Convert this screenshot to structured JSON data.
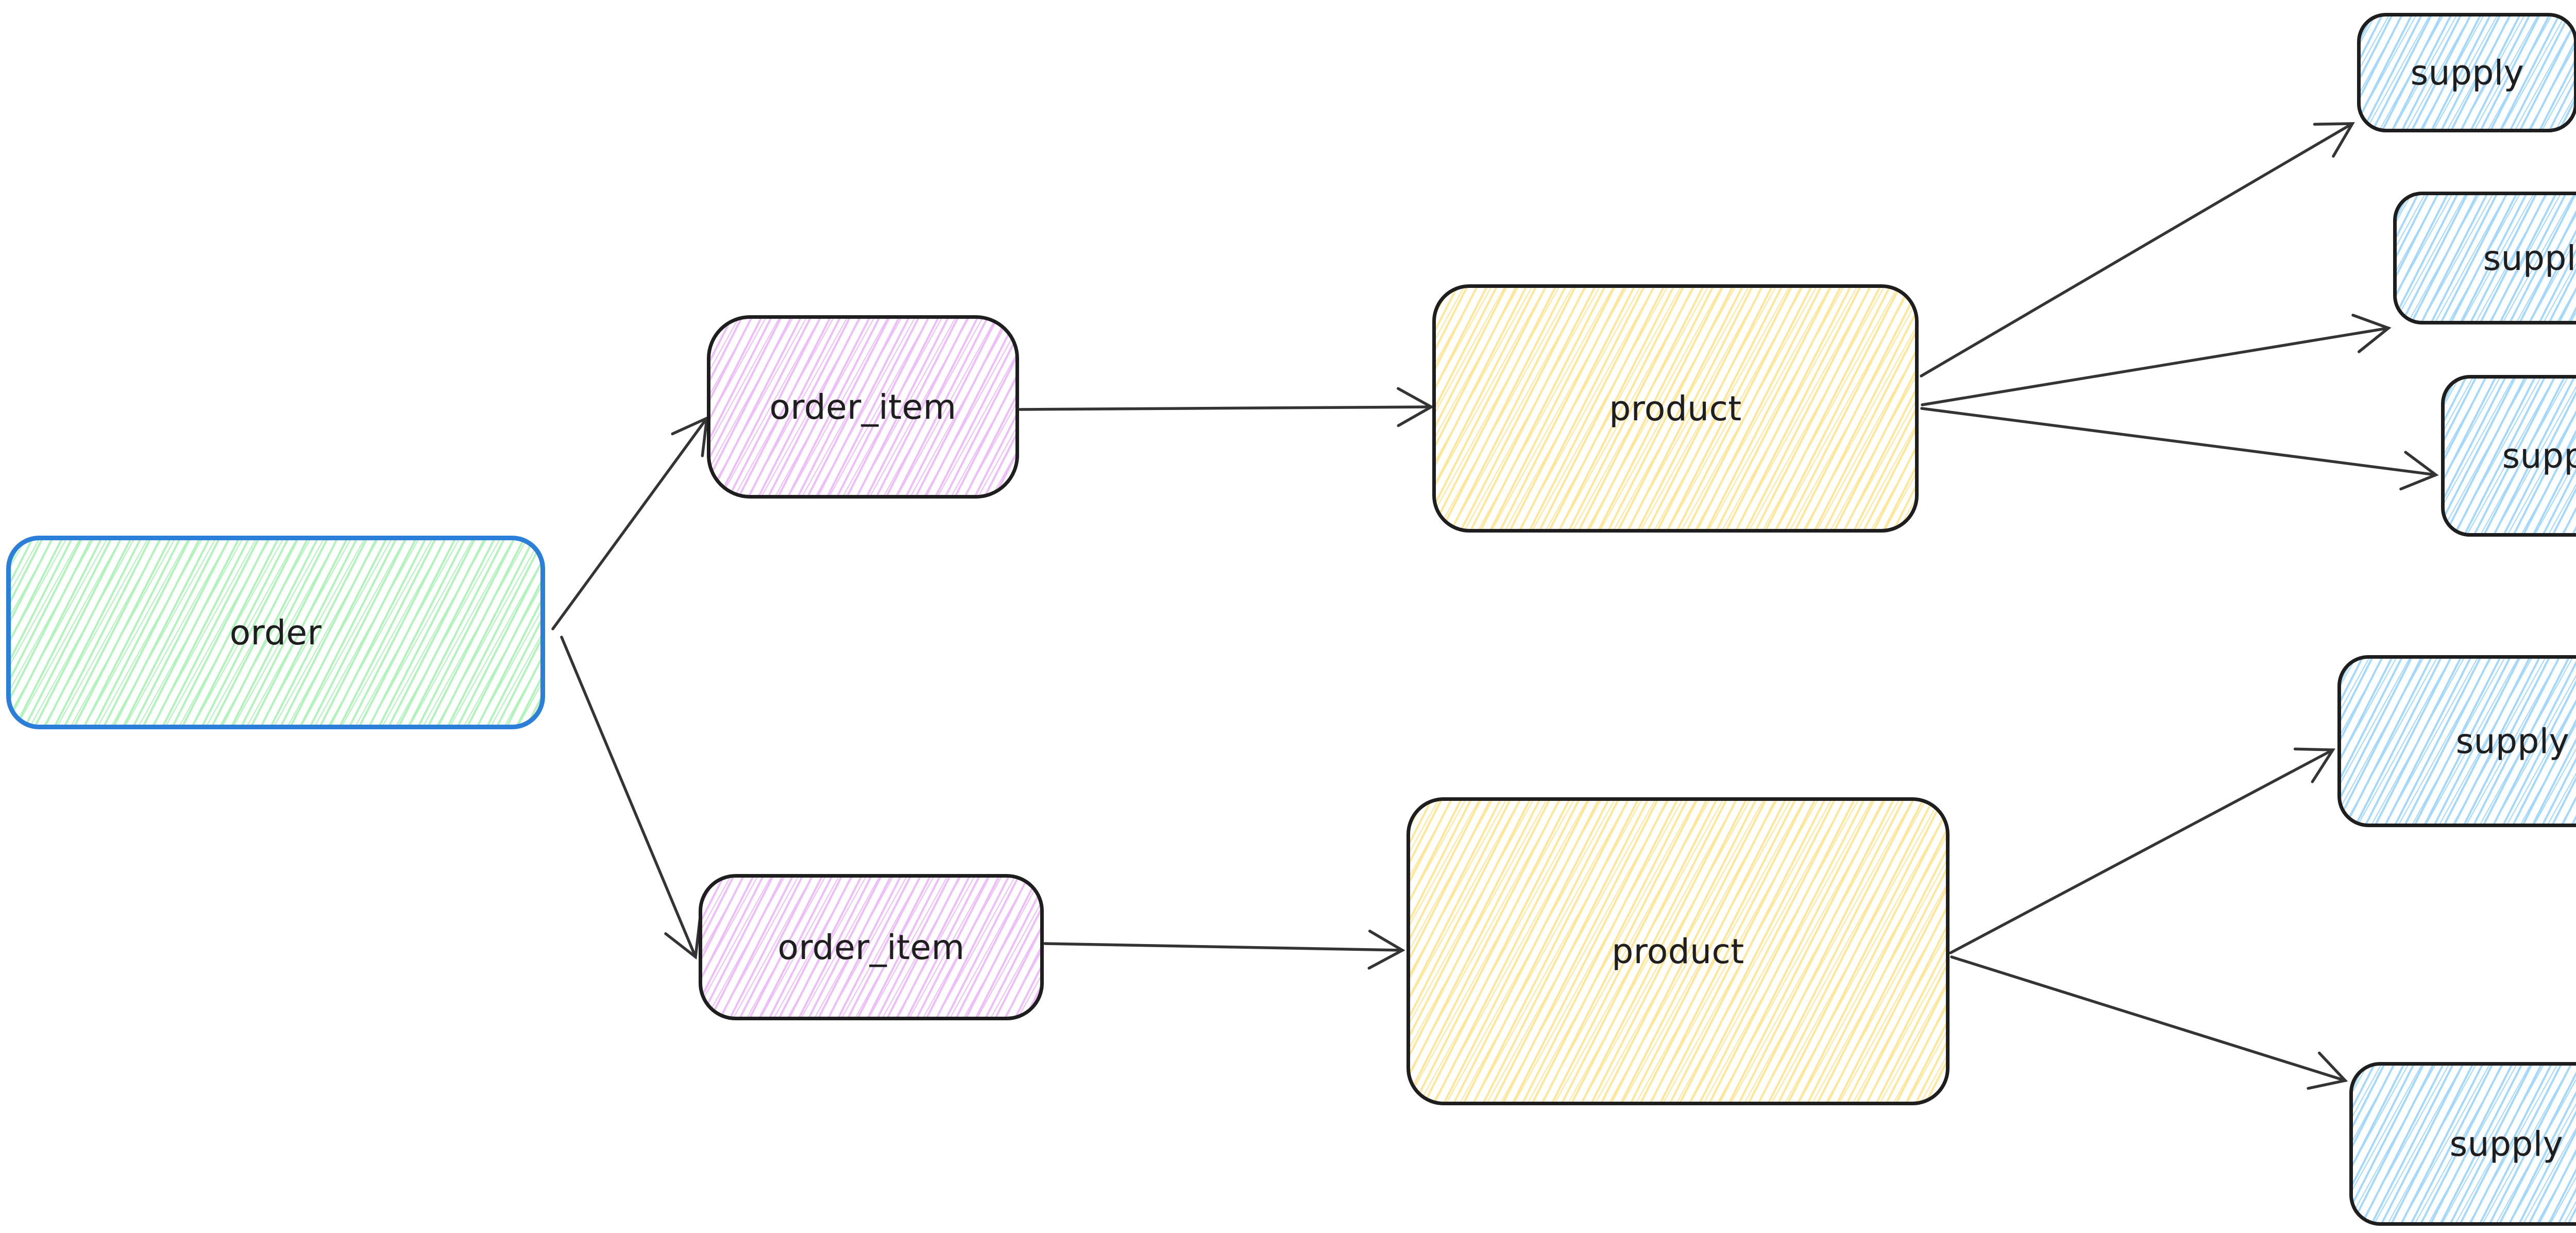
{
  "diagram": {
    "background": "#ffffff",
    "arrow_color": "#343434",
    "text_color": "#1e1e1e",
    "nodes": {
      "order": {
        "label": "order",
        "fill": "#b2f2bb",
        "stroke": "#2b7fd9"
      },
      "order_item_1": {
        "label": "order_item",
        "fill": "#eebefa",
        "stroke": "#1e1e1e"
      },
      "order_item_2": {
        "label": "order_item",
        "fill": "#eebefa",
        "stroke": "#1e1e1e"
      },
      "product_1": {
        "label": "product",
        "fill": "#ffe699",
        "stroke": "#1e1e1e"
      },
      "product_2": {
        "label": "product",
        "fill": "#ffe699",
        "stroke": "#1e1e1e"
      },
      "supply_1": {
        "label": "supply",
        "fill": "#a5d8ff",
        "stroke": "#1e1e1e"
      },
      "supply_2": {
        "label": "supply",
        "fill": "#a5d8ff",
        "stroke": "#1e1e1e"
      },
      "supply_3": {
        "label": "supply",
        "fill": "#a5d8ff",
        "stroke": "#1e1e1e"
      },
      "supply_4": {
        "label": "supply",
        "fill": "#a5d8ff",
        "stroke": "#1e1e1e"
      },
      "supply_5": {
        "label": "supply",
        "fill": "#a5d8ff",
        "stroke": "#1e1e1e"
      }
    },
    "edges": [
      {
        "from": "order",
        "to": "order_item_1"
      },
      {
        "from": "order",
        "to": "order_item_2"
      },
      {
        "from": "order_item_1",
        "to": "product_1"
      },
      {
        "from": "order_item_2",
        "to": "product_2"
      },
      {
        "from": "product_1",
        "to": "supply_1"
      },
      {
        "from": "product_1",
        "to": "supply_2"
      },
      {
        "from": "product_1",
        "to": "supply_3"
      },
      {
        "from": "product_2",
        "to": "supply_4"
      },
      {
        "from": "product_2",
        "to": "supply_5"
      }
    ]
  }
}
